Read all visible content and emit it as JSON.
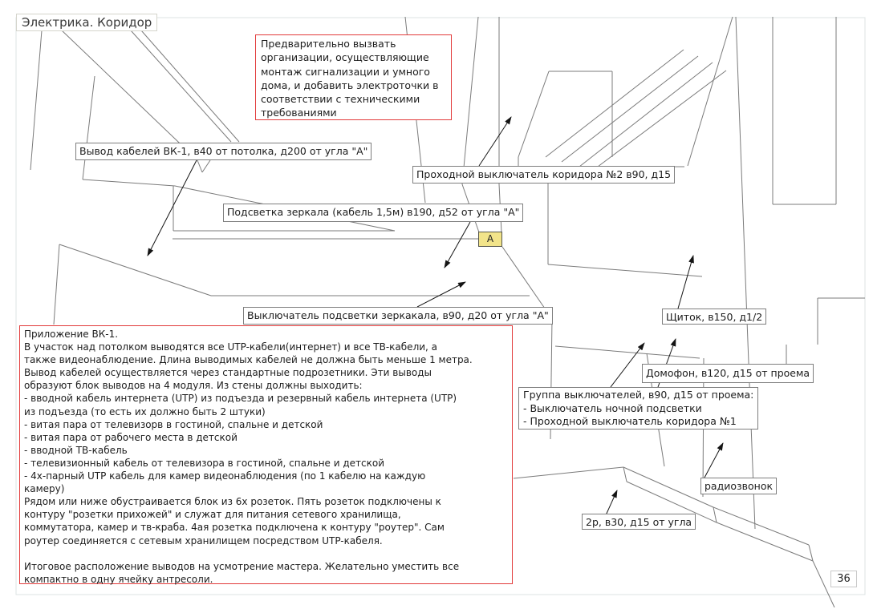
{
  "page": {
    "title": "Электрика. Коридор",
    "page_number": "36"
  },
  "colors": {
    "accent_red": "#e23b3b",
    "marker_yellow": "#f2e48a",
    "line_gray": "#7b7b7b"
  },
  "callouts": {
    "warning": "Предварительно вызвать\nорганизации, осуществляющие\nмонтаж сигнализации и умного\nдома, и добавить электроточки в\nсоответствии с техническими\nтребованиями",
    "appendix": "Приложение ВК-1.\nВ участок над потолком выводятся все UTP-кабели(интернет) и все ТВ-кабели, а\nтакже видеонаблюдение. Длина выводимых кабелей не должна быть меньше 1 метра.\nВывод кабелей осуществляется через стандартные подрозетники. Эти выводы\nобразуют блок выводов на 4 модуля. Из стены должны выходить:\n- вводной кабель интернета (UTP) из подъезда и резервный кабель интернета (UTP)\nиз подъезда (то есть их должно быть 2 штуки)\n- витая пара от телевизорв в гостиной, спальне и детской\n- витая пара от рабочего места в детской\n- вводной ТВ-кабель\n- телевизионный кабель от телевизора в гостиной, спальне и детской\n- 4х-парный UTP кабель для камер видеонаблюдения (по 1 кабелю на каждую\nкамеру)\nРядом или ниже обустраивается блок из 6х розеток. Пять розеток подключены к\nконтуру \"розетки прихожей\" и служат для питания сетевого хранилища,\nкоммутатора, камер и тв-краба. 4ая розетка подключена к контуру \"роутер\". Сам\nроутер соединяется с сетевым хранилищем посредством UTP-кабеля.\n\nИтоговое расположение выводов на усмотрение мастера. Желательно уместить все\nкомпактно в одну ячейку антресоли."
  },
  "labels": {
    "cable_outlet": "Вывод кабелей ВК-1, в40 от потолка, д200 от угла \"А\"",
    "pass_switch_2": "Проходной выключатель коридора №2 в90, д15",
    "mirror_light": "Подсветка зеркала (кабель 1,5м) в190, д52 от угла \"А\"",
    "corner_marker": "А",
    "mirror_light_switch": "Выключатель подсветки зеркакала, в90, д20 от угла \"А\"",
    "panel": "Щиток, в150, д1/2",
    "intercom": "Домофон, в120, д15 от проема",
    "switch_group": "Группа выключателей, в90, д15 от проема:\n- Выключатель ночной подсветки\n- Проходной выключатель коридора №1",
    "radio_bell": "радиозвонок",
    "socket_2p": "2р, в30, д15 от угла"
  }
}
